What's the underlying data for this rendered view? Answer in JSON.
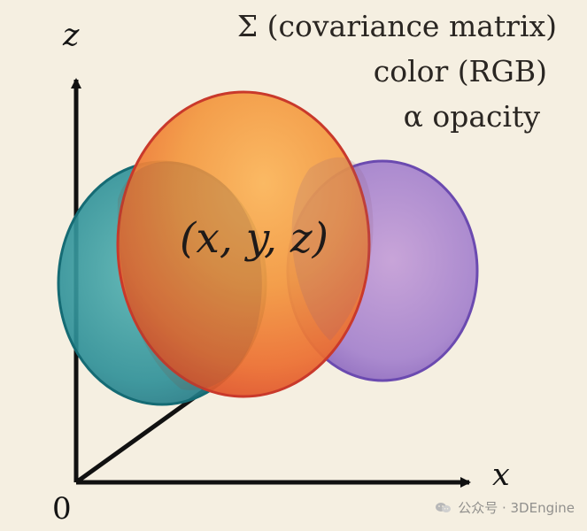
{
  "labels": {
    "covariance": "Σ (covariance matrix)",
    "color": "color (RGB)",
    "opacity": "α opacity",
    "position": "(x, y, z)",
    "axis_z": "z",
    "axis_x": "x",
    "origin": "0"
  },
  "watermark": {
    "text": "公众号 · 3DEngine",
    "icon": "wechat-icon"
  },
  "colors": {
    "background": "#f5efe1",
    "teal_ellipse": "#2f9a9e",
    "orange_ellipse": "#f07a2f",
    "purple_ellipse": "#9a6cc4",
    "axis": "#111111"
  }
}
